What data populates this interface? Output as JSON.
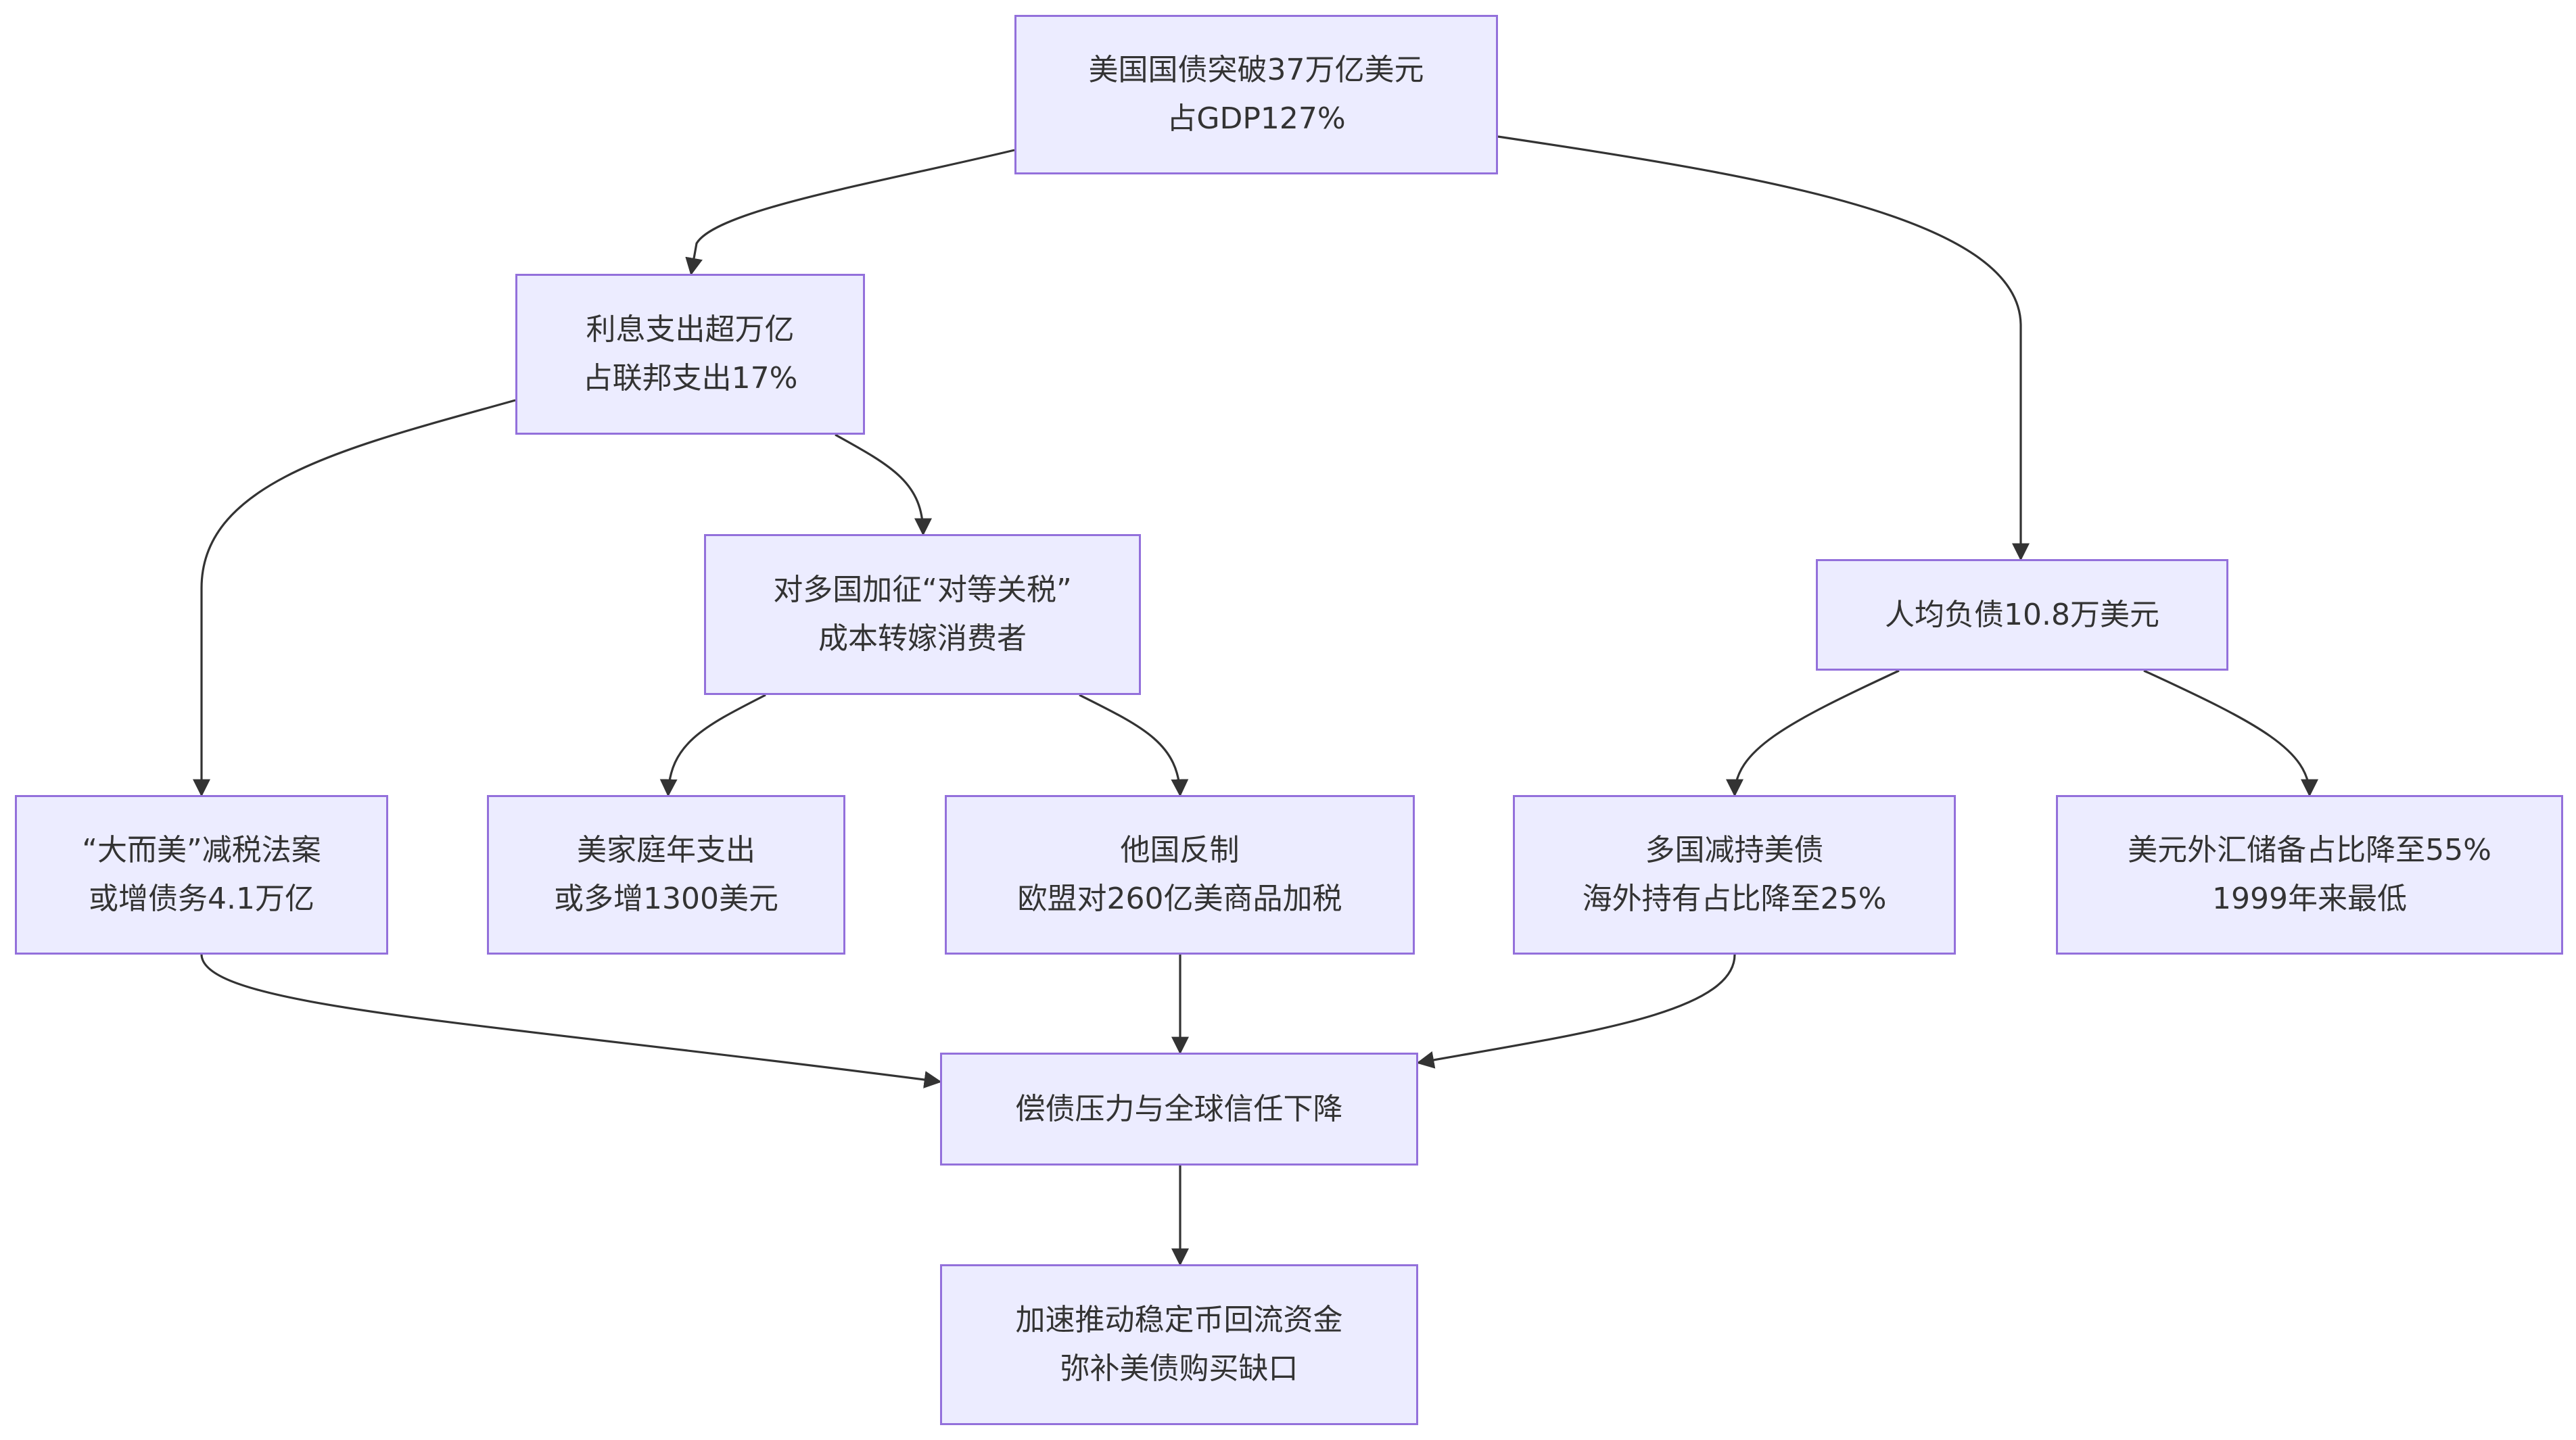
{
  "nodes": {
    "us_debt": {
      "line1": "美国国债突破37万亿美元",
      "line2": "占GDP127%"
    },
    "interest": {
      "line1": "利息支出超万亿",
      "line2": "占联邦支出17%"
    },
    "tariff": {
      "line1": "对多国加征“对等关税”",
      "line2": "成本转嫁消费者"
    },
    "per_capita": {
      "line1": "人均负债10.8万美元"
    },
    "tax_act": {
      "line1": "“大而美”减税法案",
      "line2": "或增债务4.1万亿"
    },
    "household": {
      "line1": "美家庭年支出",
      "line2": "或多增1300美元"
    },
    "retaliation": {
      "line1": "他国反制",
      "line2": "欧盟对260亿美商品加税"
    },
    "reduce_holdings": {
      "line1": "多国减持美债",
      "line2": "海外持有占比降至25%"
    },
    "reserve_share": {
      "line1": "美元外汇储备占比降至55%",
      "line2": "1999年来最低"
    },
    "pressure": {
      "line1": "偿债压力与全球信任下降"
    },
    "stablecoin": {
      "line1": "加速推动稳定币回流资金",
      "line2": "弥补美债购买缺口"
    }
  },
  "colors": {
    "node_fill": "#ececff",
    "node_border": "#9370db",
    "edge": "#333333",
    "text": "#333333"
  }
}
